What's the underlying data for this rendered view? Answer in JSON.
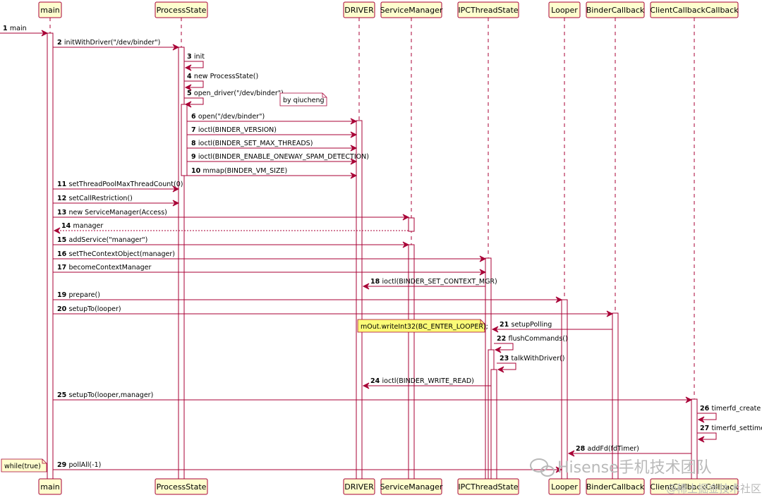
{
  "participants": [
    {
      "id": "main",
      "label": "main"
    },
    {
      "id": "ps",
      "label": "ProcessState"
    },
    {
      "id": "drv",
      "label": "DRIVER"
    },
    {
      "id": "sm",
      "label": "ServiceManager"
    },
    {
      "id": "ipc",
      "label": "IPCThreadState"
    },
    {
      "id": "loop",
      "label": "Looper"
    },
    {
      "id": "bcb",
      "label": "BinderCallback"
    },
    {
      "id": "ccb",
      "label": "ClientCallbackCallback"
    }
  ],
  "messages": [
    {
      "num": "1",
      "text": "main",
      "from": "start",
      "to": "main"
    },
    {
      "num": "2",
      "text": "initWithDriver(\"/dev/binder\")",
      "from": "main",
      "to": "ps"
    },
    {
      "num": "3",
      "text": "init",
      "from": "ps",
      "to": "ps",
      "self": true
    },
    {
      "num": "4",
      "text": "new ProcessState()",
      "from": "ps",
      "to": "ps",
      "self": true
    },
    {
      "num": "5",
      "text": "open_driver(\"/dev/binder\")",
      "from": "ps",
      "to": "ps",
      "self": true
    },
    {
      "num": "6",
      "text": "open(\"/dev/binder\")",
      "from": "ps",
      "to": "drv"
    },
    {
      "num": "7",
      "text": "ioctl(BINDER_VERSION)",
      "from": "ps",
      "to": "drv"
    },
    {
      "num": "8",
      "text": "ioctl(BINDER_SET_MAX_THREADS)",
      "from": "ps",
      "to": "drv"
    },
    {
      "num": "9",
      "text": "ioctl(BINDER_ENABLE_ONEWAY_SPAM_DETECTION)",
      "from": "ps",
      "to": "drv"
    },
    {
      "num": "10",
      "text": "mmap(BINDER_VM_SIZE)",
      "from": "ps",
      "to": "drv"
    },
    {
      "num": "11",
      "text": "setThreadPoolMaxThreadCount(0)",
      "from": "main",
      "to": "ps"
    },
    {
      "num": "12",
      "text": "setCallRestriction()",
      "from": "main",
      "to": "ps"
    },
    {
      "num": "13",
      "text": "new ServiceManager(Access)",
      "from": "main",
      "to": "sm"
    },
    {
      "num": "14",
      "text": "manager",
      "from": "sm",
      "to": "main",
      "dotted": true
    },
    {
      "num": "15",
      "text": "addService(\"manager\")",
      "from": "main",
      "to": "sm"
    },
    {
      "num": "16",
      "text": "setTheContextObject(manager)",
      "from": "main",
      "to": "ipc"
    },
    {
      "num": "17",
      "text": "becomeContextManager",
      "from": "main",
      "to": "ipc"
    },
    {
      "num": "18",
      "text": "ioctl(BINDER_SET_CONTEXT_MGR)",
      "from": "ipc",
      "to": "drv"
    },
    {
      "num": "19",
      "text": "prepare()",
      "from": "main",
      "to": "loop"
    },
    {
      "num": "20",
      "text": "setupTo(looper)",
      "from": "main",
      "to": "bcb"
    },
    {
      "num": "21",
      "text": "setupPolling",
      "from": "bcb",
      "to": "ipc"
    },
    {
      "num": "22",
      "text": "flushCommands()",
      "from": "ipc",
      "to": "ipc",
      "self": true
    },
    {
      "num": "23",
      "text": "talkWithDriver()",
      "from": "ipc",
      "to": "ipc",
      "self": true
    },
    {
      "num": "24",
      "text": "ioctl(BINDER_WRITE_READ)",
      "from": "ipc",
      "to": "drv"
    },
    {
      "num": "25",
      "text": "setupTo(looper,manager)",
      "from": "main",
      "to": "ccb"
    },
    {
      "num": "26",
      "text": "timerfd_create",
      "from": "ccb",
      "to": "ccb",
      "self": true
    },
    {
      "num": "27",
      "text": "timerfd_settime",
      "from": "ccb",
      "to": "ccb",
      "self": true
    },
    {
      "num": "28",
      "text": "addFd(fdTimer)",
      "from": "ccb",
      "to": "loop"
    },
    {
      "num": "29",
      "text": "pollAll(-1)",
      "from": "main",
      "to": "loop"
    }
  ],
  "notes": [
    {
      "text": "by qiucheng",
      "color": "#ffffff"
    },
    {
      "text": "mOut.writeInt32(BC_ENTER_LOOPER);",
      "color": "#fbfb77"
    },
    {
      "text": "while(true)",
      "color": "#fefece"
    }
  ],
  "watermark": {
    "brand": "Hisense手机技术团队",
    "sub": "@稀土掘金技术社区"
  },
  "colors": {
    "line": "#a80036",
    "box": "#fefece",
    "note": "#fbfb77"
  }
}
